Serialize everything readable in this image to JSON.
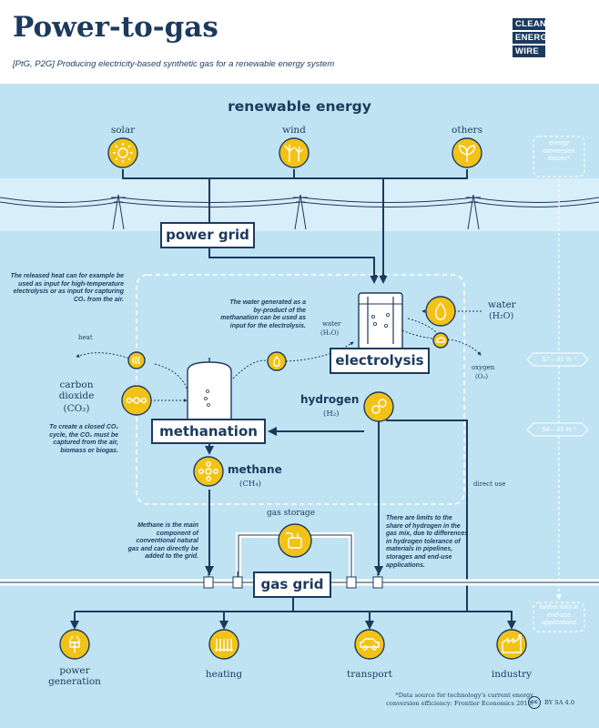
{
  "header": {
    "title": "Power-to-gas",
    "subtitle": "[PtG, P2G] Producing electricity-based synthetic gas for a renewable energy system",
    "logo": [
      "CLEAN",
      "ENERGY",
      "WIRE"
    ]
  },
  "sources": {
    "heading": "renewable energy",
    "items": [
      {
        "label": "solar",
        "icon": "sun-icon"
      },
      {
        "label": "wind",
        "icon": "wind-turbine-icon"
      },
      {
        "label": "others",
        "icon": "leaf-icon"
      }
    ]
  },
  "nodes": {
    "power_grid": "power grid",
    "electrolysis": "electrolysis",
    "methanation": "methanation",
    "gas_grid": "gas grid",
    "hydrogen": "hydrogen",
    "hydrogen_formula": "(H₂)",
    "methane": "methane",
    "methane_formula": "(CH₄)",
    "water_in": "water",
    "water_in_formula": "(H₂O)",
    "water_small": "water",
    "water_small_formula": "(H₂O)",
    "oxygen": "oxygen",
    "oxygen_formula": "(O₂)",
    "heat": "heat",
    "carbon_dioxide": "carbon\ndioxide",
    "carbon_dioxide_formula": "(CO₂)",
    "gas_storage": "gas storage",
    "direct_use": "direct use"
  },
  "notes": {
    "heat_note": "The released heat can for example be used as input for high-temperature electrolysis or as input for capturing CO₂ from the air.",
    "water_note": "The water generated as a by-product of the methanation can be used as input for the electrolysis.",
    "co2_note": "To create a closed CO₂ cycle, the CO₂ must be captured from the air, biomass or biogas.",
    "methane_note": "Methane is the main component of conventional natural gas and can directly be added to the grid.",
    "hydrogen_note": "There are limits to the share of hydrogen in the gas mix, due to differences in hydrogen tolerance of materials in pipelines, storages and end-use applications."
  },
  "side": {
    "losses": "energy conversion losses*",
    "efficiency_1": "57 – 81 % *",
    "efficiency_2": "54 – 65 % *",
    "further_loss": "further loss in end-use applications"
  },
  "uses": [
    {
      "label": "power\ngeneration",
      "icon": "plug-icon"
    },
    {
      "label": "heating",
      "icon": "radiator-icon"
    },
    {
      "label": "transport",
      "icon": "car-icon"
    },
    {
      "label": "industry",
      "icon": "factory-icon"
    }
  ],
  "footer": {
    "source": "*Data source for technology's current energy conversion efficiency: Frontier Economics 2018.",
    "license": "BY SA 4.0",
    "license_icon": "cc"
  },
  "colors": {
    "background": "#bfe3f3",
    "navy": "#1c3a5e",
    "yellow": "#f2c316",
    "white": "#ffffff"
  }
}
